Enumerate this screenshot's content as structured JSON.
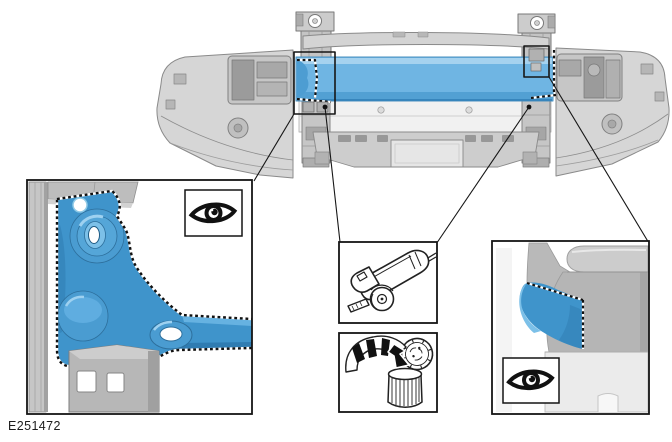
{
  "figure": {
    "label": "E251472"
  },
  "colors": {
    "highlight": "#3f94cb",
    "highlight_light": "#7cc0e8",
    "highlight_dark": "#2d6f9c",
    "beam_blue": "#6fb5e3",
    "part_gray": "#c9c9c9",
    "line_black": "#161616"
  },
  "icons": [
    {
      "name": "eye-icon",
      "count": 2
    },
    {
      "name": "electric-cutter-icon",
      "count": 1
    },
    {
      "name": "discard-part-icon",
      "count": 1
    }
  ]
}
